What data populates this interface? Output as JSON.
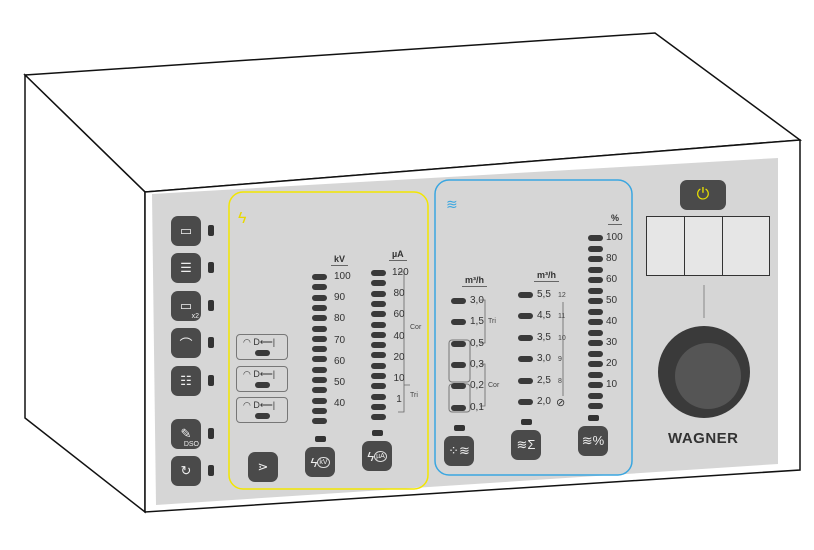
{
  "colors": {
    "panel": "#d6d6d6",
    "kv_frame": "#f2e600",
    "air_frame": "#3aa6e0",
    "button": "#4a4a4a",
    "power_icon": "#e8e000"
  },
  "kv_section": {
    "icon": "lightning-icon",
    "kv_header": "kV",
    "kv_scale": [
      "100",
      "90",
      "80",
      "70",
      "60",
      "50",
      "40"
    ],
    "ua_header": "µA",
    "ua_scale": [
      "120",
      "80",
      "60",
      "40",
      "20",
      "10",
      "1"
    ],
    "cor_label": "Cor",
    "tri_label": "Tri",
    "modes": [
      "gauge-distance-long-icon",
      "gauge-distance-medium-icon",
      "gauge-distance-short-icon"
    ],
    "buttons": [
      "spray-pattern-icon",
      "lightning-kv-icon",
      "lightning-ua-icon"
    ],
    "kv_badge": "kV",
    "ua_badge": "µA"
  },
  "air_section": {
    "icon": "air-flow-icon",
    "col1_header": "m³/h",
    "col1_scale": [
      "3,0",
      "1,5",
      "0,5",
      "0,3",
      "0,2",
      "0,1"
    ],
    "tri_label": "Tri",
    "cor_label": "Cor",
    "col2_header": "m³/h",
    "col2_scale": [
      "5,5",
      "4,5",
      "3,5",
      "3,0",
      "2,5",
      "2,0"
    ],
    "col2_sub": [
      "12",
      "11",
      "10",
      "9",
      "8"
    ],
    "pct_header": "%",
    "pct_scale": [
      "100",
      "80",
      "60",
      "50",
      "40",
      "30",
      "20",
      "10"
    ],
    "buttons": [
      "atomizing-air-icon",
      "total-air-icon",
      "air-percent-icon"
    ]
  },
  "left_buttons": [
    {
      "icon": "program-icon"
    },
    {
      "icon": "program-list-icon"
    },
    {
      "icon": "program-x2-icon",
      "badge": "x2"
    },
    {
      "icon": "coating-icon"
    },
    {
      "icon": "menu-list-icon"
    },
    {
      "icon": "gun-dso-icon",
      "badge": "DSO"
    },
    {
      "icon": "rinse-icon"
    }
  ],
  "power": {
    "icon": "power-icon"
  },
  "brand": "WAGNER"
}
